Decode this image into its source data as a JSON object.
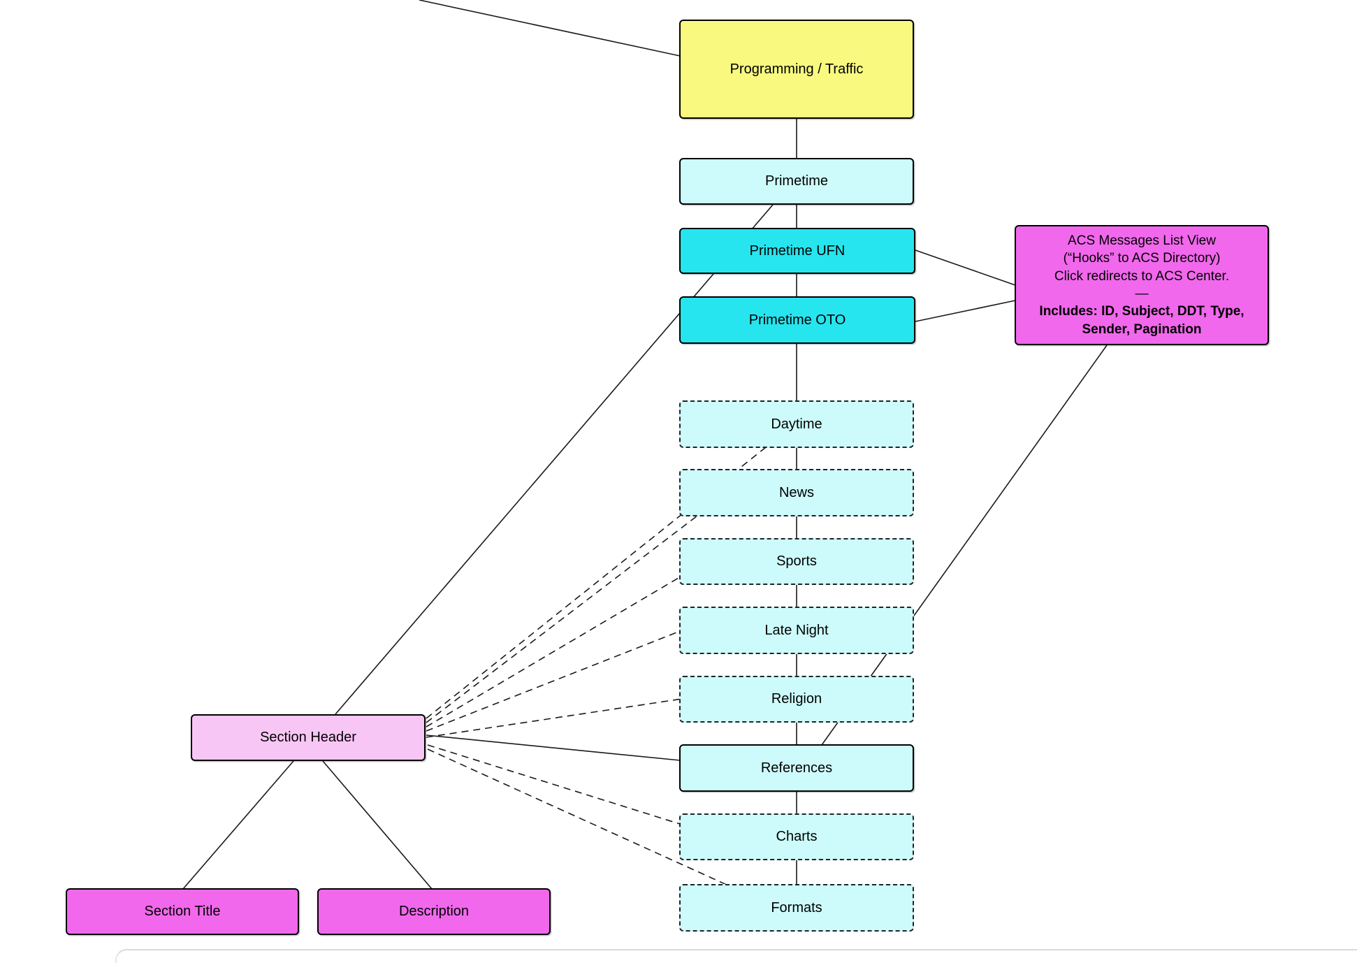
{
  "diagram": {
    "nodes": {
      "programming_traffic": "Programming / Traffic",
      "primetime": "Primetime",
      "primetime_ufn": "Primetime UFN",
      "primetime_oto": "Primetime OTO",
      "daytime": "Daytime",
      "news": "News",
      "sports": "Sports",
      "late_night": "Late Night",
      "religion": "Religion",
      "references": "References",
      "charts": "Charts",
      "formats": "Formats",
      "section_header": "Section Header",
      "section_title": "Section Title",
      "description": "Description"
    },
    "acs_note": {
      "line1": "ACS Messages List View",
      "line2": "(“Hooks” to ACS Directory)",
      "line3": "Click redirects to ACS Center.",
      "separator": "—",
      "includes_line1": "Includes: ID, Subject, DDT, Type,",
      "includes_line2": "Sender, Pagination"
    },
    "colors": {
      "yellow_fill": "#f9f980",
      "light_cyan_fill": "#cdfbfb",
      "cyan_fill": "#26e5ee",
      "magenta_fill": "#f168ec",
      "light_pink_fill": "#f8c6f4",
      "stroke": "#1a1a1a",
      "background": "#ffffff"
    }
  }
}
